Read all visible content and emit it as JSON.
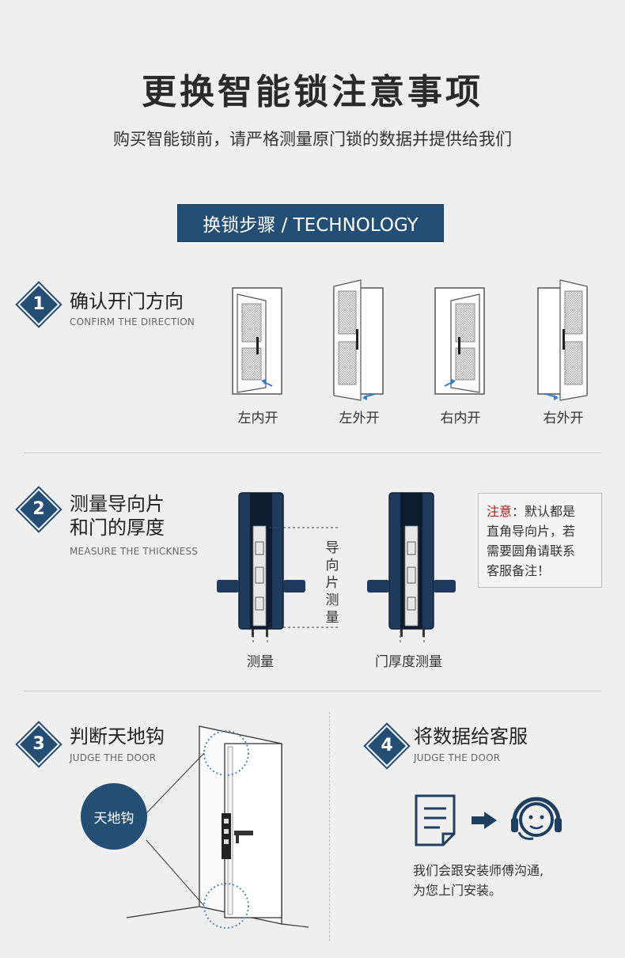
{
  "header": {
    "title": "更换智能锁注意事项",
    "subtitle": "购买智能锁前，请严格测量原门锁的数据并提供给我们"
  },
  "banner": {
    "label": "换锁步骤 / TECHNOLOGY"
  },
  "steps": [
    {
      "number": "1",
      "title": "确认开门方向",
      "subtitle": "CONFIRM THE DIRECTION"
    },
    {
      "number": "2",
      "title_line1": "测量导向片",
      "title_line2": "和门的厚度",
      "subtitle": "MEASURE THE THICKNESS"
    },
    {
      "number": "3",
      "title": "判断天地钩",
      "subtitle": "JUDGE THE DOOR"
    },
    {
      "number": "4",
      "title": "将数据给客服",
      "subtitle": "JUDGE THE DOOR"
    }
  ],
  "doors": [
    "左内开",
    "左外开",
    "右内开",
    "右外开"
  ],
  "measure": {
    "vertical_label": [
      "导",
      "向",
      "片",
      "测",
      "量"
    ],
    "left_caption": "测量",
    "right_caption": "门厚度测量"
  },
  "note": {
    "label": "注意",
    "text_line1": "：默认都是",
    "text_line2": "直角导向片，若",
    "text_line3": "需要圆角请联系",
    "text_line4": "客服备注！"
  },
  "hook": {
    "label": "天地钩"
  },
  "contact": {
    "line1": "我们会跟安装师傅沟通,",
    "line2": "为您上门安装。"
  },
  "colors": {
    "accent": "#244e73",
    "note_label": "#a3221b",
    "arrow": "#3a7fc4"
  }
}
